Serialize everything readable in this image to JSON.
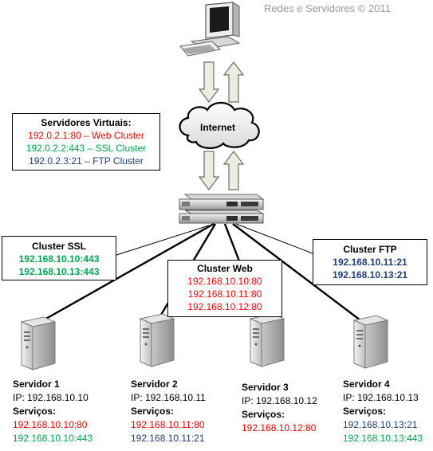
{
  "watermark": "Redes e Servidores © 2011",
  "colors": {
    "web": "#ff0000",
    "ssl": "#00a650",
    "ftp": "#1f3f7a",
    "arrow_fill": "#e8efdc",
    "arrow_stroke": "#6b6b6b"
  },
  "icons": [
    "workstation-icon",
    "internet-cloud-icon",
    "load-balancer-icon",
    "server-tower-icon"
  ],
  "internet_label": "Internet",
  "virtual_servers": {
    "title": "Servidores Virtuais:",
    "entries": [
      {
        "text": "192.0.2.1:80 – Web Cluster",
        "color": "#ff0000"
      },
      {
        "text": "192.0.2.2:443 – SSL Cluster",
        "color": "#00a650"
      },
      {
        "text": "192.0.2.3:21 – FTP Cluster",
        "color": "#1f3f7a"
      }
    ]
  },
  "clusters": {
    "ssl": {
      "title": "Cluster SSL",
      "ips": [
        "192.168.10.10:443",
        "192.168.10.13:443"
      ]
    },
    "web": {
      "title": "Cluster Web",
      "ips": [
        "192.168.10.10:80",
        "192.168.10.11:80",
        "192.168.10.12:80"
      ]
    },
    "ftp": {
      "title": "Cluster FTP",
      "ips": [
        "192.168.10.11:21",
        "192.168.10.13:21"
      ]
    }
  },
  "servers": [
    {
      "name": "Servidor 1",
      "ip": "IP: 192.168.10.10",
      "services_label": "Serviços:",
      "services": [
        {
          "text": "192.168.10.10:80",
          "color": "#ff0000"
        },
        {
          "text": "192.168.10.10:443",
          "color": "#00a650"
        }
      ]
    },
    {
      "name": "Servidor 2",
      "ip": "IP: 192.168.10.11",
      "services_label": "Serviços:",
      "services": [
        {
          "text": "192.168.10.11:80",
          "color": "#ff0000"
        },
        {
          "text": "192.168.10.11:21",
          "color": "#1f3f7a"
        }
      ]
    },
    {
      "name": "Servidor 3",
      "ip": "IP: 192.168.10.12",
      "services_label": "Serviços:",
      "services": [
        {
          "text": "192.168.10.12:80",
          "color": "#ff0000"
        }
      ]
    },
    {
      "name": "Servidor 4",
      "ip": "IP: 192.168.10.13",
      "services_label": "Serviços:",
      "services": [
        {
          "text": "192.168.10.13:21",
          "color": "#1f3f7a"
        },
        {
          "text": "192.168.10.13:443",
          "color": "#00a650"
        }
      ]
    }
  ]
}
